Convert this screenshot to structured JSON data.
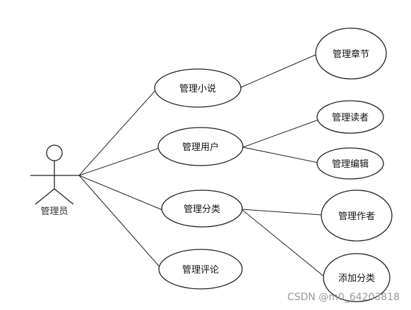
{
  "actor": {
    "label": "管理员"
  },
  "use_cases": {
    "manage_novel": "管理小说",
    "manage_chapter": "管理章节",
    "manage_user": "管理用户",
    "manage_reader": "管理读者",
    "manage_editor": "管理编辑",
    "manage_category": "管理分类",
    "manage_author": "管理作者",
    "add_category": "添加分类",
    "manage_comment": "管理评论"
  },
  "watermark": {
    "text": "CSDN @m0_64203818"
  }
}
